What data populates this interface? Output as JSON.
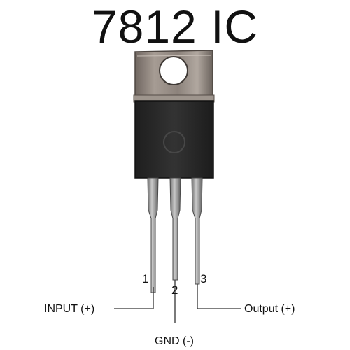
{
  "title": "7812 IC",
  "pins": [
    {
      "number": "1",
      "label": "INPUT (+)"
    },
    {
      "number": "2",
      "label": "GND (-)"
    },
    {
      "number": "3",
      "label": "Output (+)"
    }
  ],
  "colors": {
    "text": "#111111",
    "tab_metal": "#8a8078",
    "body_black": "#2b2b2b",
    "lead_metal": "#9a9a9a",
    "leader_line": "#333333"
  }
}
